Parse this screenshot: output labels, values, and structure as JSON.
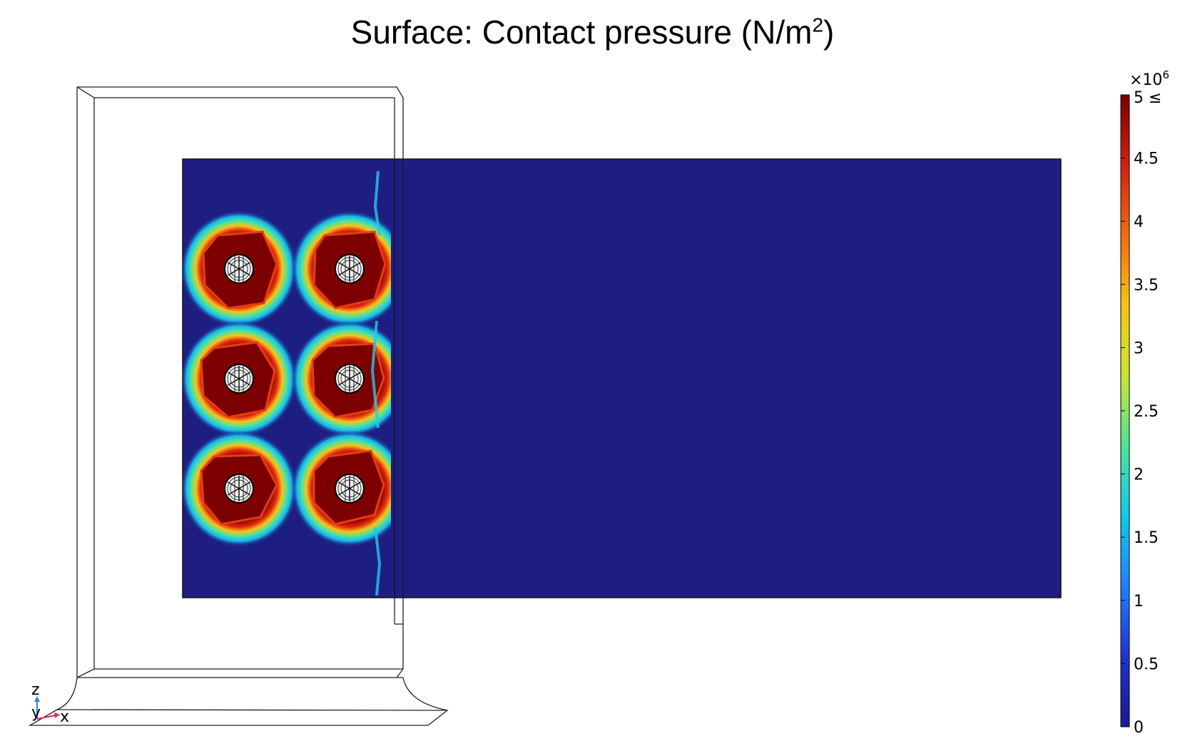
{
  "title": {
    "main": "Surface: Contact pressure (N/m",
    "sup": "2",
    "close": ")"
  },
  "colorbar": {
    "multiplier": "×10",
    "multiplier_exp": "6",
    "top_label": "5 ≤",
    "ticks": [
      {
        "value": 0,
        "label": "0"
      },
      {
        "value": 0.5,
        "label": "0.5"
      },
      {
        "value": 1,
        "label": "1"
      },
      {
        "value": 1.5,
        "label": "1.5"
      },
      {
        "value": 2,
        "label": "2"
      },
      {
        "value": 2.5,
        "label": "2.5"
      },
      {
        "value": 3,
        "label": "3"
      },
      {
        "value": 3.5,
        "label": "3.5"
      },
      {
        "value": 4,
        "label": "4"
      },
      {
        "value": 4.5,
        "label": "4.5"
      }
    ],
    "range": [
      0,
      5
    ],
    "colormap": [
      "#1a1a8c",
      "#2233d0",
      "#1f7fff",
      "#14c8e8",
      "#4fe39a",
      "#c8e632",
      "#f5c418",
      "#f26b12",
      "#d02210",
      "#7a0000"
    ]
  },
  "axes_triad": {
    "z_label": "z",
    "y_label": "y",
    "x_label": "x",
    "colors": {
      "z": "#3a7fd0",
      "x": "#d0305a"
    }
  },
  "surface": {
    "background_color": "#1e1e82",
    "bolt_count": 6,
    "bolt_rows": 3,
    "bolt_cols": 2,
    "high_pressure_color": "#7d0000"
  }
}
